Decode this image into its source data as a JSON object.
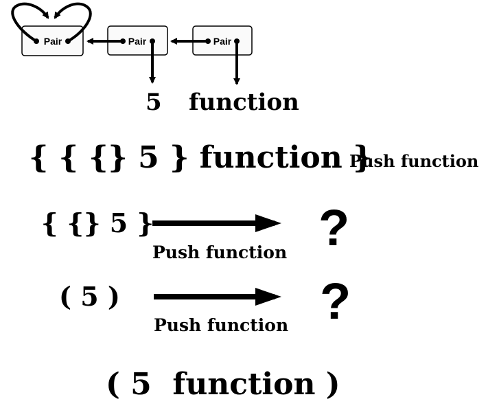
{
  "pairs": [
    {
      "label": "Pair"
    },
    {
      "label": "Pair"
    },
    {
      "label": "Pair"
    }
  ],
  "values": {
    "car1": "5",
    "car2": "function"
  },
  "rows": {
    "main_expr": "{ { {} 5 } function }",
    "main_label": "Push function",
    "row2_expr": "{ {} 5 }",
    "row2_label": "Push function",
    "row2_result": "?",
    "row3_expr": "( 5 )",
    "row3_label": "Push function",
    "row3_result": "?",
    "final_expr": "( 5  function )"
  }
}
